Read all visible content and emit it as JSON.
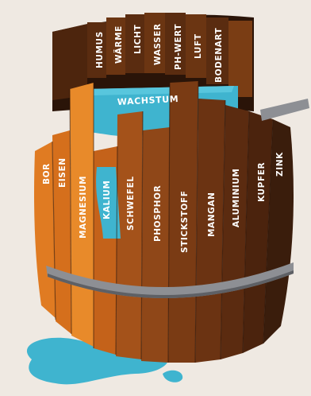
{
  "water_label": "WACHSTUM",
  "front_staves": [
    {
      "id": "bor",
      "label": "BOR"
    },
    {
      "id": "eisen",
      "label": "EISEN"
    },
    {
      "id": "magnesium",
      "label": "MAGNESIUM"
    },
    {
      "id": "kalium",
      "label": "KALIUM"
    },
    {
      "id": "schwefel",
      "label": "SCHWEFEL"
    },
    {
      "id": "phosphor",
      "label": "PHOSPHOR"
    },
    {
      "id": "stickstoff",
      "label": "STICKSTOFF"
    },
    {
      "id": "mangan",
      "label": "MANGAN"
    },
    {
      "id": "aluminium",
      "label": "ALUMINIUM"
    },
    {
      "id": "kupfer",
      "label": "KUPFER"
    },
    {
      "id": "zink",
      "label": "ZINK"
    }
  ],
  "back_staves": [
    {
      "id": "humus",
      "label": "HUMUS"
    },
    {
      "id": "waerme",
      "label": "WÄRME"
    },
    {
      "id": "licht",
      "label": "LICHT"
    },
    {
      "id": "wasser",
      "label": "WASSER"
    },
    {
      "id": "ph-wert",
      "label": "PH-WERT"
    },
    {
      "id": "luft",
      "label": "LUFT"
    },
    {
      "id": "bodenart",
      "label": "BODENART"
    }
  ],
  "colors": {
    "background": "#efe9e2",
    "water": "#3fb4cf",
    "band": "#8d8f94",
    "stave_light": "#e07b22",
    "stave_dark": "#3a1d0c"
  }
}
